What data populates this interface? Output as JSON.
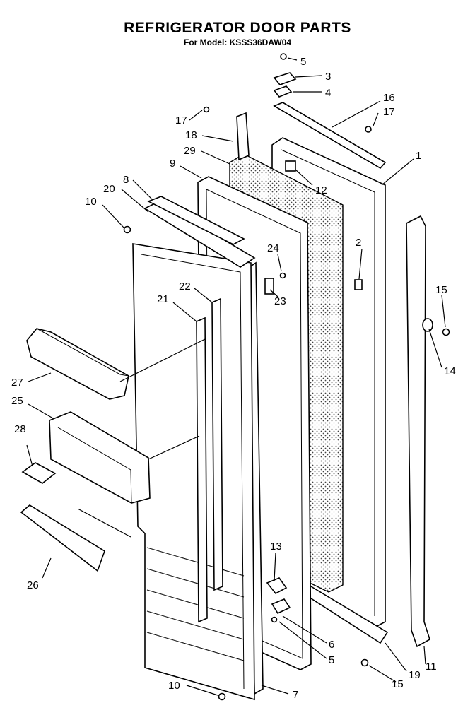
{
  "title": "REFRIGERATOR DOOR PARTS",
  "subtitle": "For Model: KSSS36DAW04",
  "callouts": {
    "c1": "1",
    "c2": "2",
    "c3": "3",
    "c4": "4",
    "c5a": "5",
    "c5b": "5",
    "c6": "6",
    "c7": "7",
    "c8": "8",
    "c9": "9",
    "c10a": "10",
    "c10b": "10",
    "c11": "11",
    "c12": "12",
    "c13": "13",
    "c14": "14",
    "c15a": "15",
    "c15b": "15",
    "c16": "16",
    "c17a": "17",
    "c17b": "17",
    "c18": "18",
    "c19": "19",
    "c20": "20",
    "c21": "21",
    "c22": "22",
    "c23": "23",
    "c24": "24",
    "c25": "25",
    "c26": "26",
    "c27": "27",
    "c28": "28",
    "c29": "29"
  }
}
